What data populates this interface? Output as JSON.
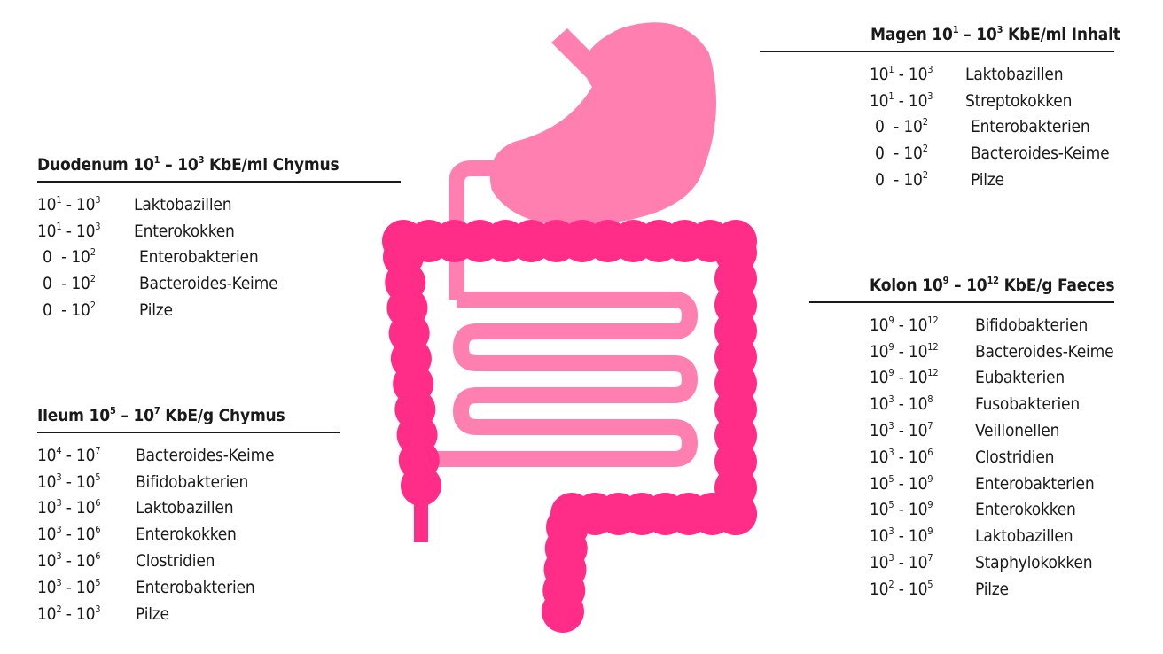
{
  "colors": {
    "colon": "#ff2d87",
    "organ": "#ff7fb0",
    "text": "#1a1a1a"
  },
  "panels": [
    {
      "id": "magen",
      "title_pre": "Magen 10",
      "title_e1": "1",
      "title_mid": " – 10",
      "title_e2": "3",
      "title_post": " KbE/ml Inhalt",
      "rows": [
        {
          "b1": "10",
          "e1": "1",
          "b2": "10",
          "e2": "3",
          "name": "Laktobazillen"
        },
        {
          "b1": "10",
          "e1": "1",
          "b2": "10",
          "e2": "3",
          "name": "Streptokokken"
        },
        {
          "b1": "0",
          "e1": "",
          "b2": "10",
          "e2": "2",
          "name": "Enterobakterien"
        },
        {
          "b1": "0",
          "e1": "",
          "b2": "10",
          "e2": "2",
          "name": "Bacteroides-Keime"
        },
        {
          "b1": "0",
          "e1": "",
          "b2": "10",
          "e2": "2",
          "name": "Pilze"
        }
      ]
    },
    {
      "id": "duodenum",
      "title_pre": "Duodenum 10",
      "title_e1": "1",
      "title_mid": " – 10",
      "title_e2": "3",
      "title_post": " KbE/ml Chymus",
      "rows": [
        {
          "b1": "10",
          "e1": "1",
          "b2": "10",
          "e2": "3",
          "name": "Laktobazillen"
        },
        {
          "b1": "10",
          "e1": "1",
          "b2": "10",
          "e2": "3",
          "name": "Enterokokken"
        },
        {
          "b1": "0",
          "e1": "",
          "b2": "10",
          "e2": "2",
          "name": "Enterobakterien"
        },
        {
          "b1": "0",
          "e1": "",
          "b2": "10",
          "e2": "2",
          "name": "Bacteroides-Keime"
        },
        {
          "b1": "0",
          "e1": "",
          "b2": "10",
          "e2": "2",
          "name": "Pilze"
        }
      ]
    },
    {
      "id": "ileum",
      "title_pre": "Ileum 10",
      "title_e1": "5",
      "title_mid": " – 10",
      "title_e2": "7",
      "title_post": " KbE/g Chymus",
      "rows": [
        {
          "b1": "10",
          "e1": "4",
          "b2": "10",
          "e2": "7",
          "name": "Bacteroides-Keime"
        },
        {
          "b1": "10",
          "e1": "3",
          "b2": "10",
          "e2": "5",
          "name": "Bifidobakterien"
        },
        {
          "b1": "10",
          "e1": "3",
          "b2": "10",
          "e2": "6",
          "name": "Laktobazillen"
        },
        {
          "b1": "10",
          "e1": "3",
          "b2": "10",
          "e2": "6",
          "name": "Enterokokken"
        },
        {
          "b1": "10",
          "e1": "3",
          "b2": "10",
          "e2": "6",
          "name": "Clostridien"
        },
        {
          "b1": "10",
          "e1": "3",
          "b2": "10",
          "e2": "5",
          "name": "Enterobakterien"
        },
        {
          "b1": "10",
          "e1": "2",
          "b2": "10",
          "e2": "3",
          "name": "Pilze"
        }
      ]
    },
    {
      "id": "kolon",
      "title_pre": "Kolon 10",
      "title_e1": "9",
      "title_mid": " – 10",
      "title_e2": "12",
      "title_post": " KbE/g Faeces",
      "rows": [
        {
          "b1": "10",
          "e1": "9",
          "b2": "10",
          "e2": "12",
          "name": "Bifidobakterien"
        },
        {
          "b1": "10",
          "e1": "9",
          "b2": "10",
          "e2": "12",
          "name": "Bacteroides-Keime"
        },
        {
          "b1": "10",
          "e1": "9",
          "b2": "10",
          "e2": "12",
          "name": "Eubakterien"
        },
        {
          "b1": "10",
          "e1": "3",
          "b2": "10",
          "e2": "8",
          "name": "Fusobakterien"
        },
        {
          "b1": "10",
          "e1": "3",
          "b2": "10",
          "e2": "7",
          "name": "Veillonellen"
        },
        {
          "b1": "10",
          "e1": "3",
          "b2": "10",
          "e2": "6",
          "name": "Clostridien"
        },
        {
          "b1": "10",
          "e1": "5",
          "b2": "10",
          "e2": "9",
          "name": "Enterobakterien"
        },
        {
          "b1": "10",
          "e1": "5",
          "b2": "10",
          "e2": "9",
          "name": "Enterokokken"
        },
        {
          "b1": "10",
          "e1": "3",
          "b2": "10",
          "e2": "9",
          "name": "Laktobazillen"
        },
        {
          "b1": "10",
          "e1": "3",
          "b2": "10",
          "e2": "7",
          "name": "Staphylokokken"
        },
        {
          "b1": "10",
          "e1": "2",
          "b2": "10",
          "e2": "5",
          "name": "Pilze"
        }
      ]
    }
  ]
}
